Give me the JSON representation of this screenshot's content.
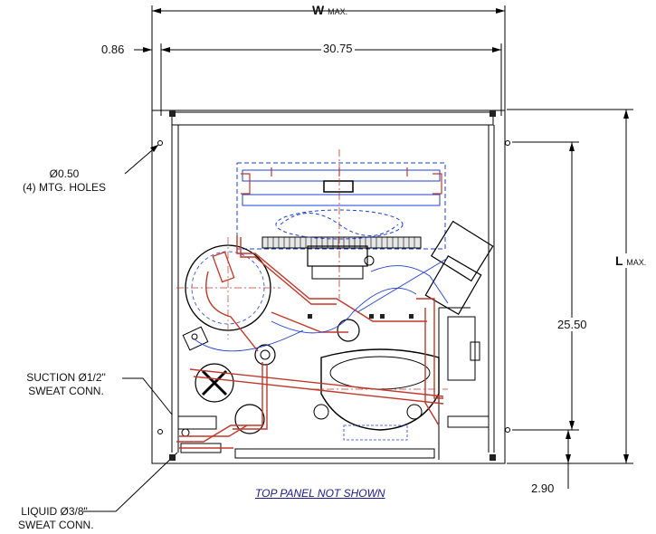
{
  "dimensions": {
    "width_label": "W",
    "width_suffix": "MAX.",
    "length_label": "L",
    "length_suffix": "MAX.",
    "offset_left": "0.86",
    "inner_width": "30.75",
    "hole_spacing": "25.50",
    "bottom_offset": "2.90"
  },
  "callouts": {
    "holes_line1": "Ø0.50",
    "holes_line2": "(4) MTG. HOLES",
    "suction_line1": "SUCTION Ø1/2\"",
    "suction_line2": "SWEAT CONN.",
    "liquid_line1": "LIQUID Ø3/8\"",
    "liquid_line2": "SWEAT CONN."
  },
  "caption": "TOP PANEL NOT SHOWN",
  "colors": {
    "line": "#000000",
    "pipe": "#c0392b",
    "electrical": "#1f3fd1",
    "caption": "#1a1a8c"
  }
}
